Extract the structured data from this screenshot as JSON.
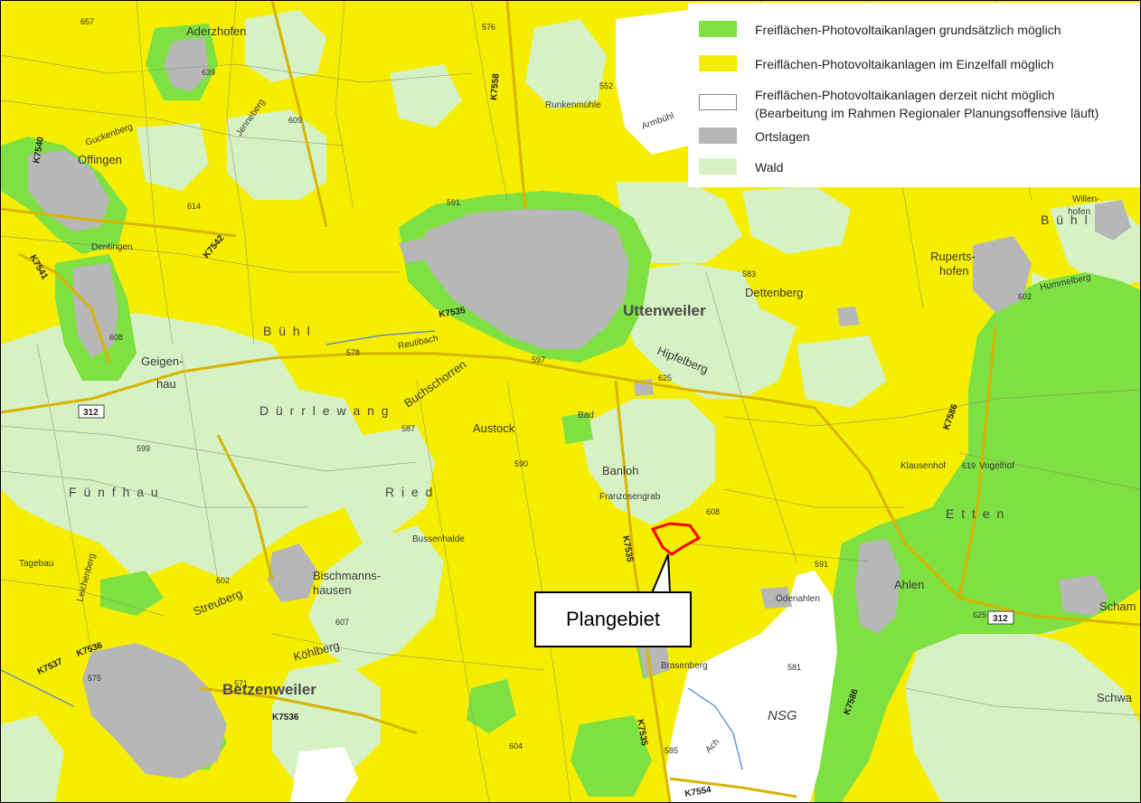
{
  "legend": {
    "items": [
      {
        "label": "Freiflächen-Photovoltaikanlagen grundsätzlich möglich",
        "color": "#7ee043"
      },
      {
        "label": "Freiflächen-Photovoltaikanlagen im Einzelfall möglich",
        "color": "#f6ee00"
      },
      {
        "label": "Freiflächen-Photovoltaikanlagen derzeit nicht möglich",
        "label2": "(Bearbeitung im Rahmen Regionaler Planungsoffensive läuft)",
        "color": "#ffffff"
      },
      {
        "label": "Ortslagen",
        "color": "#b7b7b7"
      },
      {
        "label": "Wald",
        "color": "#d6f2c4"
      }
    ]
  },
  "callout": {
    "label": "Plangebiet"
  },
  "colors": {
    "possible": "#7ee043",
    "case": "#f6ee00",
    "not_possible": "#ffffff",
    "settlement": "#b7b7b7",
    "forest": "#d6f2c4",
    "plan_outline": "#ff0000"
  },
  "towns": {
    "uttenweiler": "Uttenweiler",
    "betzenweiler": "Betzenweiler"
  },
  "villages": {
    "aderzhofen": "Aderzhofen",
    "offingen": "Offingen",
    "dentingen": "Dentingen",
    "runkenmuehle": "Runkenmühle",
    "dettenberg": "Dettenberg",
    "ruperts": "Ruperts-",
    "hofen": "hofen",
    "bischmanns": "Bischmanns-",
    "hausen": "hausen",
    "ahlen": "Ahlen",
    "oedenahlen": "Ödenahlen",
    "brasenberg": "Brasenberg",
    "klausenhof": "Klausenhof",
    "vogelhof": "Vogelhof",
    "willen": "Willen-",
    "willenhofen": "hofen",
    "scham": "Scham",
    "schwa": "Schwa"
  },
  "fields": {
    "buehl1": "B ü h l",
    "buehl2": "B ü h l",
    "geigen": "Geigen-",
    "hau": "hau",
    "duerrlewang": "D ü r r l e w a n g",
    "fuenfhau": "F ü n f h a u",
    "ried": "R i e d",
    "austock": "Austock",
    "buchschorren": "Buchschorren",
    "hipfelberg": "Hipfelberg",
    "banloh": "Banloh",
    "franzosengrab": "Franzosengrab",
    "bussenhalde": "Bussenhalde",
    "streuberg": "Streuberg",
    "koehlberg": "Köhlberg",
    "etten": "E t t e n",
    "nsg": "NSG",
    "hummelberg": "Hummelberg",
    "jenneberg": "Jenneberg",
    "guckenberg": "Guckenberg",
    "reutibach": "Reutibach",
    "bad": "Bad",
    "ach": "Ach",
    "tagebau": "Tagebau",
    "leichenberg": "Leichenberg",
    "armbuehl": "Armbühl"
  },
  "roads": {
    "k7535a": "K7535",
    "k7535b": "K7535",
    "k7535c": "K7535",
    "k7542": "K7542",
    "k7541": "K7541",
    "k7540": "K7540",
    "k7536a": "K7536",
    "k7536b": "K7536",
    "k7537": "K7537",
    "k7586a": "K7586",
    "k7586b": "K7586",
    "k7554": "K7554",
    "k7558": "K7558",
    "r312a": "312",
    "r312b": "312"
  },
  "heights": {
    "h657": "657",
    "h639": "639",
    "h609": "609",
    "h614": "614",
    "h608": "608",
    "h552": "552",
    "h576": "576",
    "h591": "591",
    "h578": "578",
    "h583": "583",
    "h625": "625",
    "h599": "599",
    "h587": "587",
    "h590": "590",
    "h608b": "608",
    "h602": "602",
    "h571": "571",
    "h607": "607",
    "h575": "575",
    "h604": "604",
    "h581": "581",
    "h585": "585",
    "h619": "619",
    "h625b": "625",
    "h591b": "591",
    "h602b": "602",
    "h597": "597"
  }
}
